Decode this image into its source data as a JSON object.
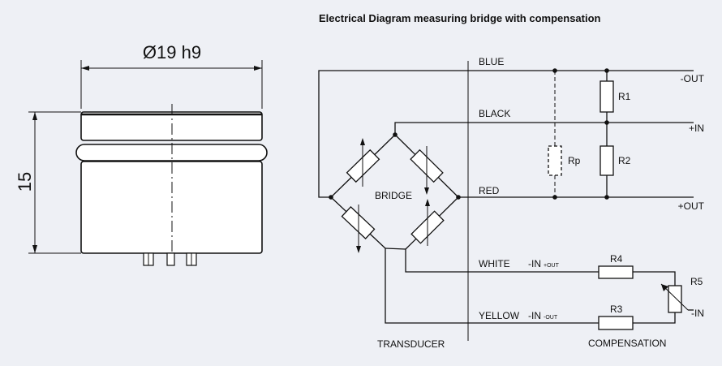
{
  "title": "Electrical Diagram measuring bridge with compensation",
  "dimensions": {
    "diameter": "Ø19 h9",
    "height": "15"
  },
  "wires": {
    "blue": "BLUE",
    "black": "BLACK",
    "red": "RED",
    "white": "WHITE",
    "yellow": "YELLOW"
  },
  "terminals": {
    "out_minus": "-OUT",
    "in_plus": "+IN",
    "out_plus": "+OUT",
    "in_minus": "-IN"
  },
  "white_signal": {
    "main": "-IN",
    "sub": "+OUT"
  },
  "yellow_signal": {
    "main": "-IN",
    "sub": "-OUT"
  },
  "components": {
    "r1": "R1",
    "r2": "R2",
    "r3": "R3",
    "r4": "R4",
    "r5": "R5",
    "rp": "Rp",
    "bridge": "BRIDGE"
  },
  "sections": {
    "transducer": "TRANSDUCER",
    "compensation": "COMPENSATION"
  }
}
